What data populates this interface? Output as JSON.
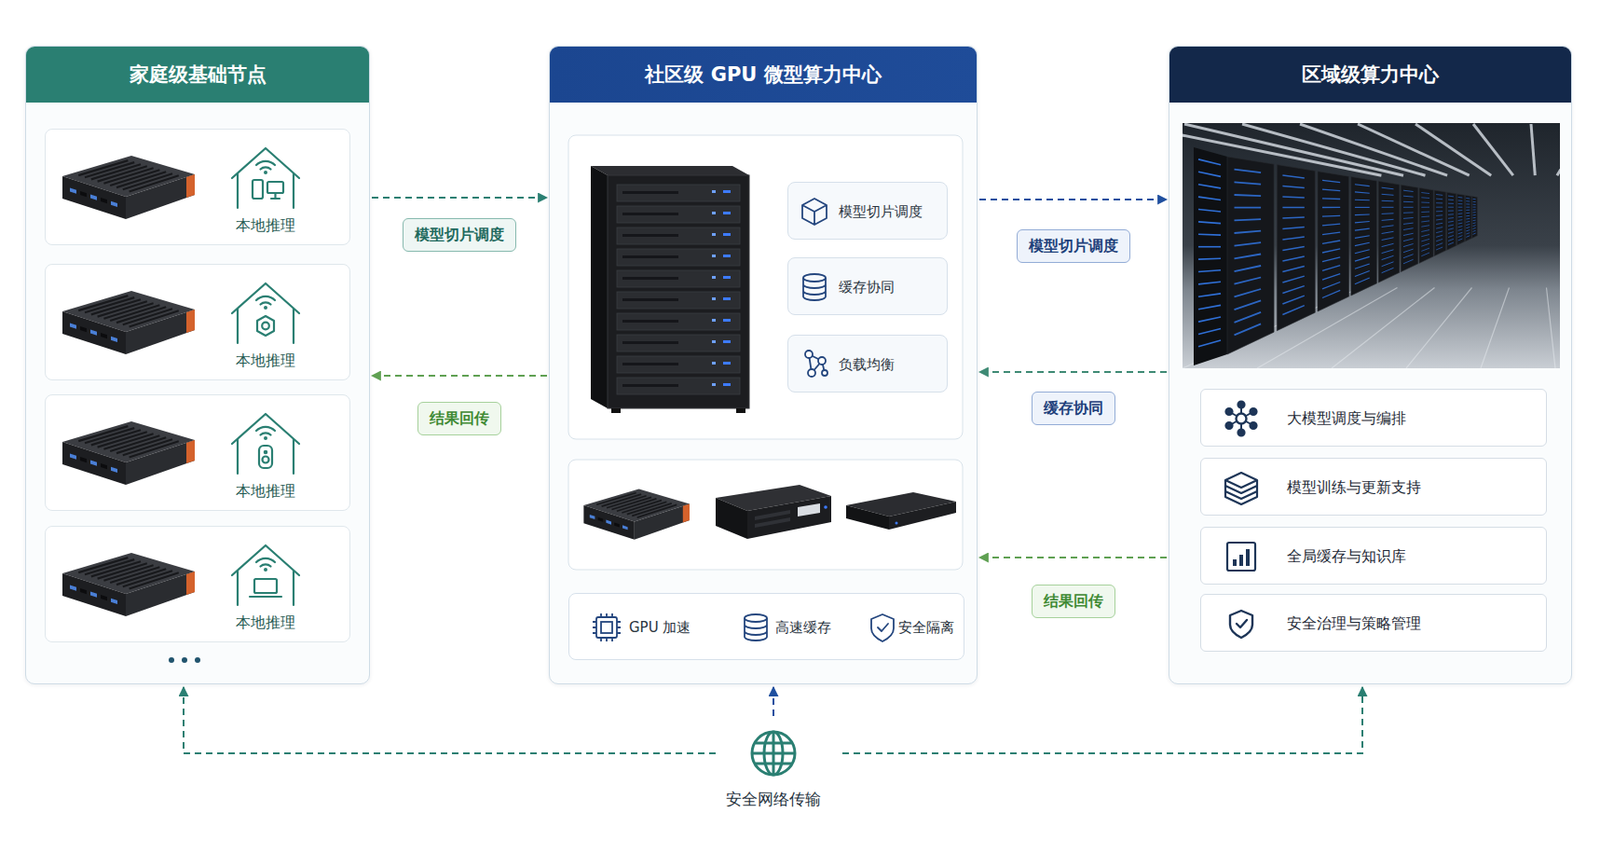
{
  "diagram": {
    "nodes": [
      {
        "text": [
          "家庭级基础节点"
        ]
      },
      {
        "text": [
          "本地推理"
        ],
        "in": 0
      },
      {
        "text": [
          "本地推理"
        ],
        "in": 0
      },
      {
        "text": [
          "本地推理"
        ],
        "in": 0
      },
      {
        "text": [
          "本地推理"
        ],
        "in": 0
      },
      {
        "text": [
          "社区级 GPU 微型算力中心"
        ]
      },
      {
        "text": [
          "模型切片调度"
        ],
        "in": 5
      },
      {
        "text": [
          "缓存协同"
        ],
        "in": 5
      },
      {
        "text": [
          "负载均衡"
        ],
        "in": 5
      },
      {
        "text": [
          "GPU 加速",
          "高速缓存",
          "安全隔离"
        ],
        "in": 5
      },
      {
        "text": [
          "区域级算力中心"
        ]
      },
      {
        "text": [
          "大模型调度与编排"
        ],
        "in": 10
      },
      {
        "text": [
          "模型训练与更新支持"
        ],
        "in": 10
      },
      {
        "text": [
          "全局缓存与知识库"
        ],
        "in": 10
      },
      {
        "text": [
          "安全治理与策略管理"
        ],
        "in": 10
      },
      {
        "text": [
          "安全网络传输"
        ]
      }
    ],
    "edges": [
      {
        "from": 0,
        "to": 5,
        "arrow": "to",
        "label": "模型切片调度"
      },
      {
        "from": 5,
        "to": 0,
        "arrow": "to",
        "label": "结果回传"
      },
      {
        "from": 5,
        "to": 10,
        "arrow": "to",
        "label": "模型切片调度"
      },
      {
        "from": 10,
        "to": 5,
        "arrow": "to",
        "label": "缓存协同"
      },
      {
        "from": 10,
        "to": 5,
        "arrow": "to",
        "label": "结果回传"
      },
      {
        "from": 15,
        "to": 0,
        "arrow": "to"
      },
      {
        "from": 15,
        "to": 5,
        "arrow": "to"
      },
      {
        "from": 15,
        "to": 10,
        "arrow": "to"
      }
    ]
  }
}
